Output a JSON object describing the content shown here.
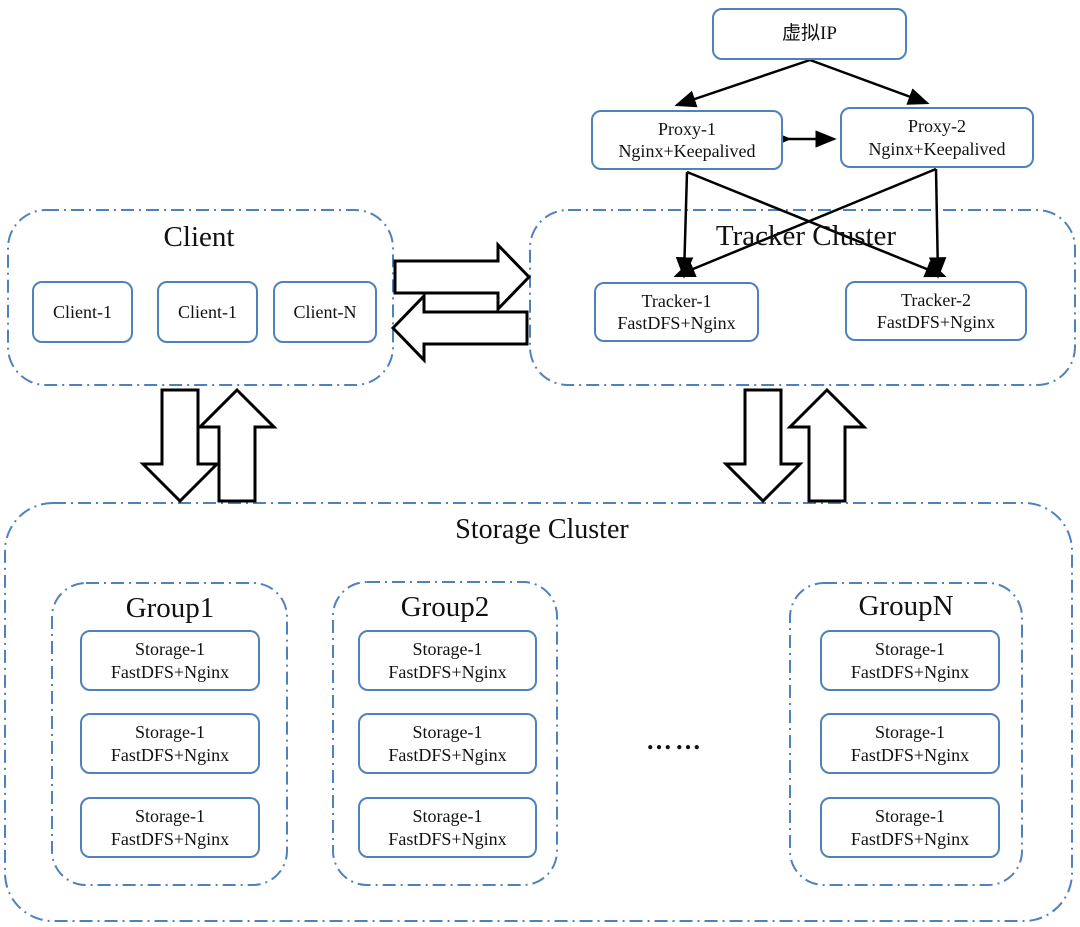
{
  "colors": {
    "box_border": "#4f81bd",
    "cluster_border": "#4f81bd",
    "arrow": "#000000"
  },
  "vip": {
    "label": "虚拟IP"
  },
  "proxies": [
    {
      "line1": "Proxy-1",
      "line2": "Nginx+Keepalived"
    },
    {
      "line1": "Proxy-2",
      "line2": "Nginx+Keepalived"
    }
  ],
  "client_cluster": {
    "title": "Client",
    "nodes": [
      {
        "label": "Client-1"
      },
      {
        "label": "Client-1"
      },
      {
        "label": "Client-N"
      }
    ]
  },
  "tracker_cluster": {
    "title": "Tracker Cluster",
    "nodes": [
      {
        "line1": "Tracker-1",
        "line2": "FastDFS+Nginx"
      },
      {
        "line1": "Tracker-2",
        "line2": "FastDFS+Nginx"
      }
    ]
  },
  "storage_cluster": {
    "title": "Storage Cluster",
    "ellipsis": "……",
    "groups": [
      {
        "title": "Group1",
        "nodes": [
          {
            "line1": "Storage-1",
            "line2": "FastDFS+Nginx"
          },
          {
            "line1": "Storage-1",
            "line2": "FastDFS+Nginx"
          },
          {
            "line1": "Storage-1",
            "line2": "FastDFS+Nginx"
          }
        ]
      },
      {
        "title": "Group2",
        "nodes": [
          {
            "line1": "Storage-1",
            "line2": "FastDFS+Nginx"
          },
          {
            "line1": "Storage-1",
            "line2": "FastDFS+Nginx"
          },
          {
            "line1": "Storage-1",
            "line2": "FastDFS+Nginx"
          }
        ]
      },
      {
        "title": "GroupN",
        "nodes": [
          {
            "line1": "Storage-1",
            "line2": "FastDFS+Nginx"
          },
          {
            "line1": "Storage-1",
            "line2": "FastDFS+Nginx"
          },
          {
            "line1": "Storage-1",
            "line2": "FastDFS+Nginx"
          }
        ]
      }
    ]
  }
}
